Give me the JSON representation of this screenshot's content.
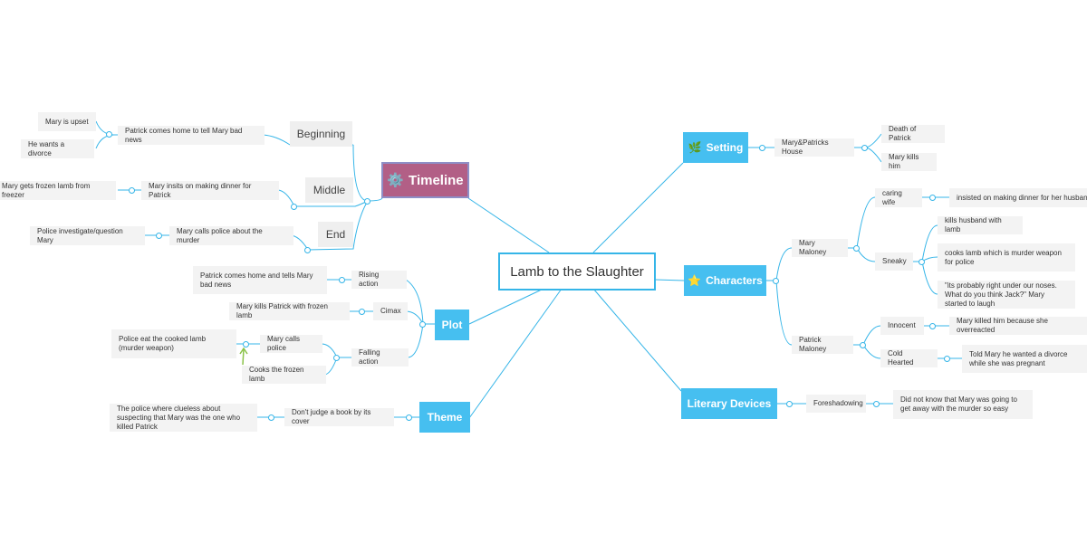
{
  "central": "Lamb to the Slaughter",
  "timeline": {
    "label": "Timeline",
    "icon": "gear-icon",
    "stages": [
      "Beginning",
      "Middle",
      "End"
    ],
    "events": [
      "Patrick comes home to tell Mary bad news",
      "Mary insits on making dinner for Patrick",
      "Mary calls police about the murder"
    ],
    "details": [
      "Mary is upset",
      "He wants a divorce",
      "Mary gets frozen lamb from freezer",
      "Police investigate/question Mary"
    ]
  },
  "plot": {
    "label": "Plot",
    "rising_label": "Rising action",
    "rising_detail": "Patrick comes home and tells Mary bad news",
    "climax_label": "Cimax",
    "climax_detail": "Mary kills Patrick with frozen lamb",
    "falling_label": "Falling action",
    "falling_1": "Mary calls police",
    "falling_1_detail": "Police eat the cooked lamb (murder weapon)",
    "falling_2": "Cooks the frozen lamb"
  },
  "theme": {
    "label": "Theme",
    "item": "Don't judge a book by its cover",
    "detail": "The police where clueless about suspecting that Mary was the one who killed Patrick"
  },
  "setting": {
    "label": "Setting",
    "icon": "leaf-icon",
    "place": "Mary&Patricks House",
    "details": [
      "Death of Patrick",
      "Mary kills him"
    ]
  },
  "characters": {
    "label": "Characters",
    "icon": "star-icon",
    "mary": "Mary Maloney",
    "caring": "caring wife",
    "caring_detail": "insisted on making dinner for her husband",
    "sneaky": "Sneaky",
    "sneaky_details": [
      "kills husband with lamb",
      "cooks lamb which is murder weapon for police",
      "\"its probably right under our noses. What do you think Jack?\" Mary started to laugh"
    ],
    "patrick": "Patrick Maloney",
    "innocent": "Innocent",
    "innocent_detail": "Mary killed him because she overreacted",
    "cold": "Cold Hearted",
    "cold_detail": "Told Mary he wanted a divorce while she was pregnant"
  },
  "literary": {
    "label": "Literary Devices",
    "item": "Foreshadowing",
    "detail": "Did not know that Mary was going to get away with the murder so easy"
  },
  "colors": {
    "line": "#35b5e8",
    "main": "#46bff0",
    "timeline": "#b25f86",
    "arrow": "#8bc34a"
  }
}
